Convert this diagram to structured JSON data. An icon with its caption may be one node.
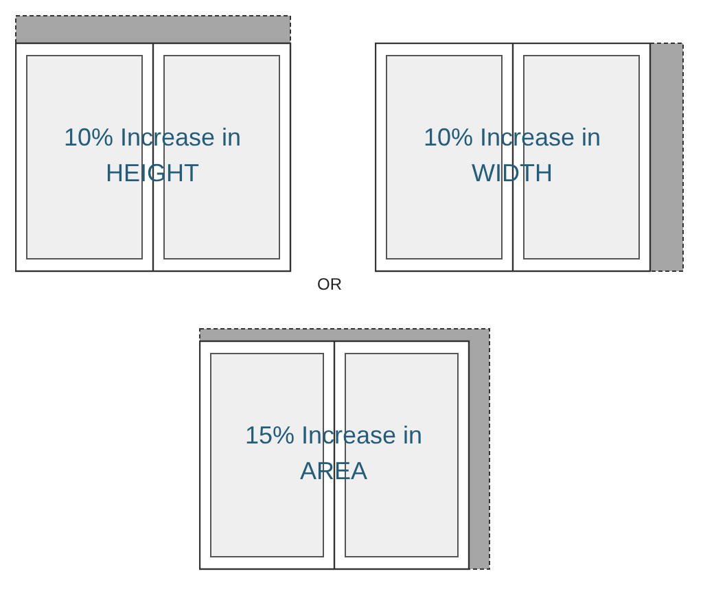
{
  "diagram": {
    "nodes": [
      {
        "text": [
          "10% Increase in HEIGHT"
        ]
      },
      {
        "text": [
          "10% Increase in WIDTH"
        ]
      },
      {
        "text": [
          "15% Increase in AREA"
        ]
      }
    ],
    "labels": [
      "OR"
    ]
  }
}
